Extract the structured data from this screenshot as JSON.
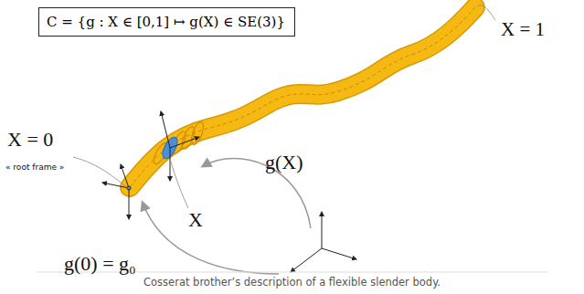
{
  "diagram": {
    "caption": "Cosserat brother’s description of a flexible slender body.",
    "nodes": [
      {
        "text": [
          "C = {g : X ∈ [0,1] ↦ g(X) ∈ SE(3)}"
        ]
      }
    ],
    "labels": [
      "X = 1",
      "X = 0",
      "« root frame »",
      "X",
      "g(X)",
      "g(0) = g₀"
    ]
  }
}
